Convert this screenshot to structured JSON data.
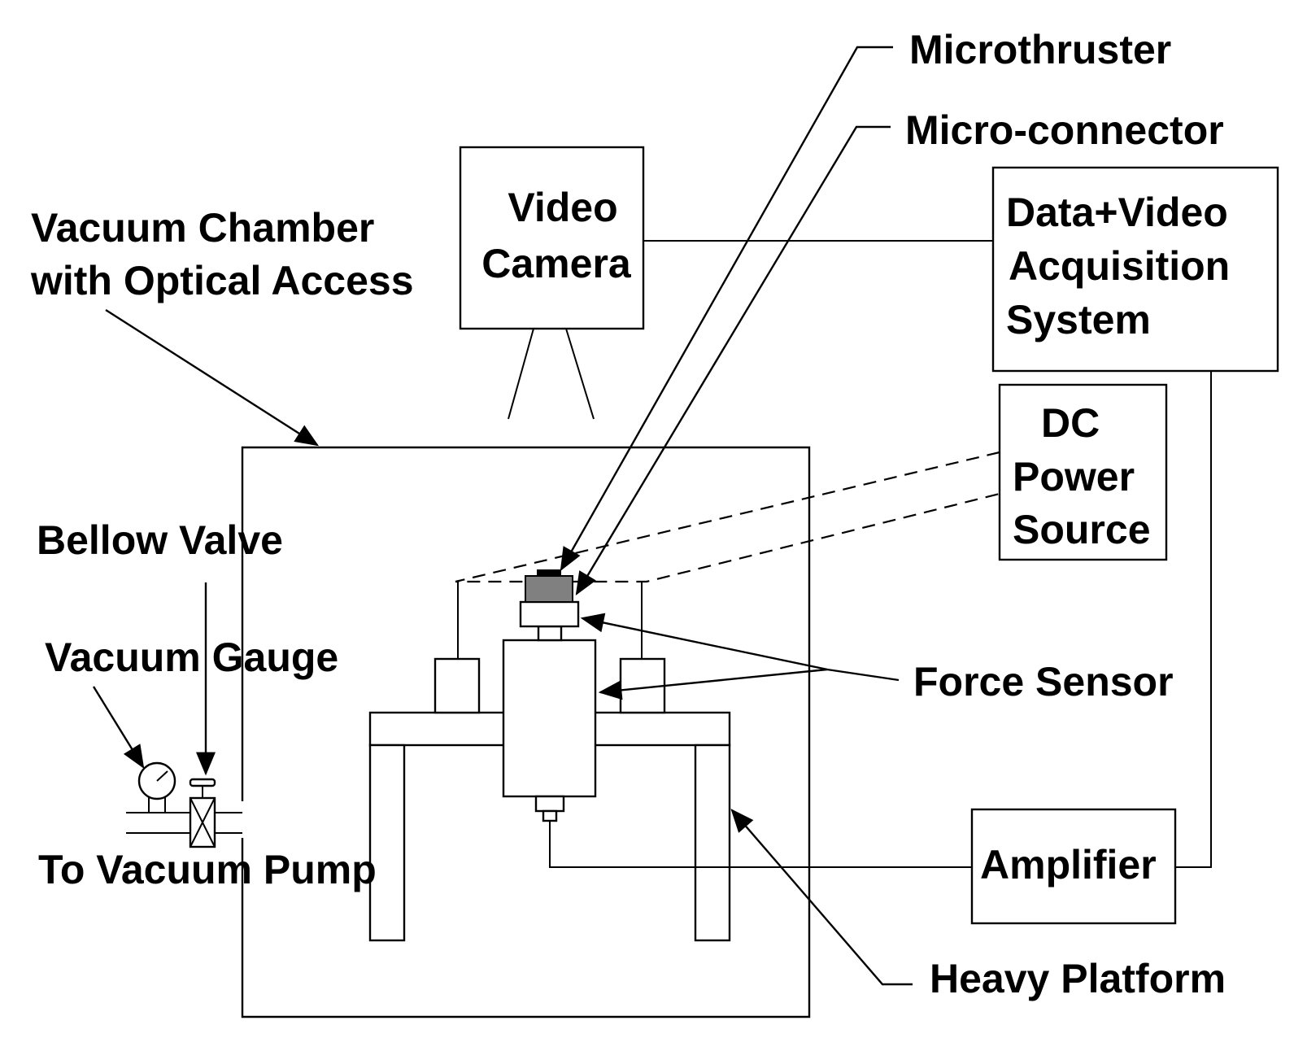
{
  "labels": {
    "microthruster": "Microthruster",
    "micro_connector": "Micro-connector",
    "video_camera": [
      "Video",
      "Camera"
    ],
    "vacuum_chamber": [
      "Vacuum Chamber",
      "with Optical Access"
    ],
    "data_video_acquisition": [
      "Data+Video",
      "Acquisition",
      "System"
    ],
    "dc_power_source": [
      "DC",
      "Power",
      "Source"
    ],
    "bellow_valve": "Bellow Valve",
    "vacuum_gauge": "Vacuum Gauge",
    "force_sensor": "Force Sensor",
    "to_vacuum_pump": "To Vacuum Pump",
    "amplifier": "Amplifier",
    "heavy_platform": "Heavy Platform"
  },
  "colors": {
    "line": "#000000",
    "background": "#ffffff",
    "thruster_fill": "#808080"
  }
}
